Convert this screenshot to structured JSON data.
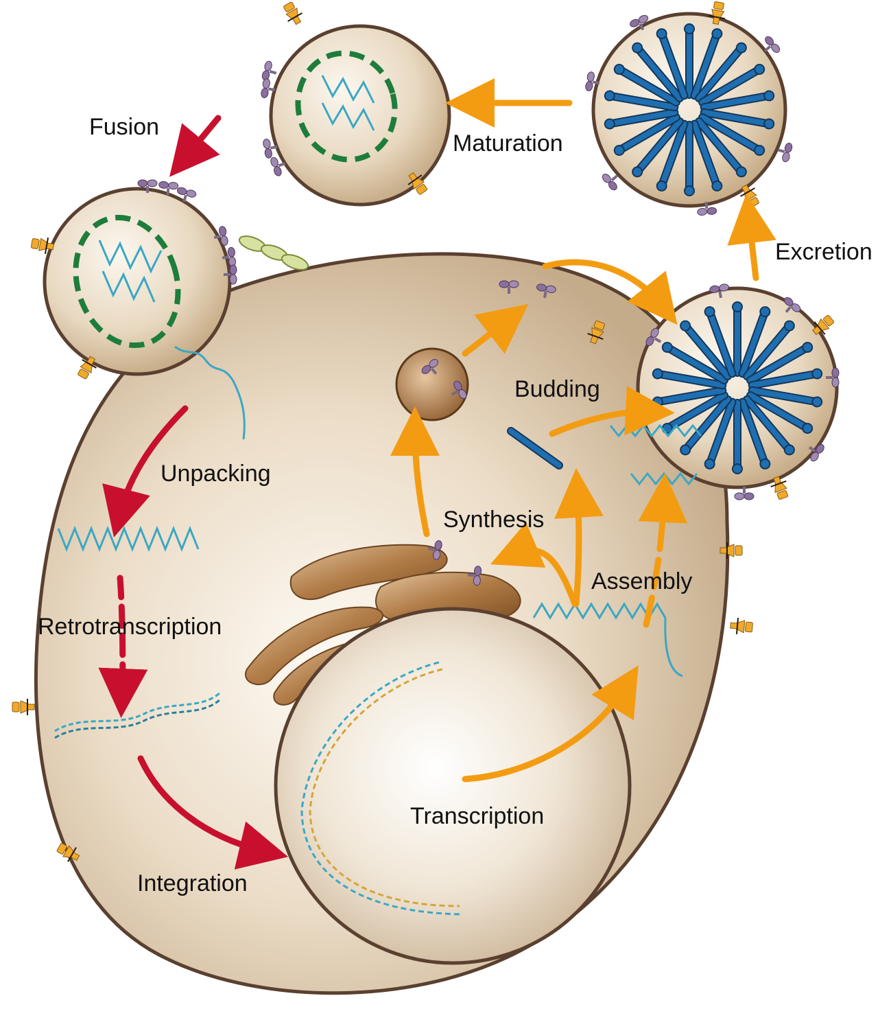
{
  "labels": {
    "fusion": "Fusion",
    "maturation": "Maturation",
    "excretion": "Excretion",
    "budding": "Budding",
    "unpacking": "Unpacking",
    "synthesis": "Synthesis",
    "assembly": "Assembly",
    "retrotranscription": "Retrotranscription",
    "transcription": "Transcription",
    "integration": "Integration"
  },
  "colors": {
    "entry_arrow": "#c8102e",
    "exit_arrow": "#f39c12",
    "membrane": "#5a4030",
    "cell_fill_light": "#fbf6ee",
    "cell_fill_dark": "#cdb697",
    "capsid_dashed": "#1e7d3c",
    "rna": "#3ba7c4",
    "spoke": "#1f6fb0",
    "golgi": "#a86f3c",
    "receptor": "#f0a92a",
    "spike": "#8b6f9e",
    "dna_strand_2": "#d4a43a"
  }
}
